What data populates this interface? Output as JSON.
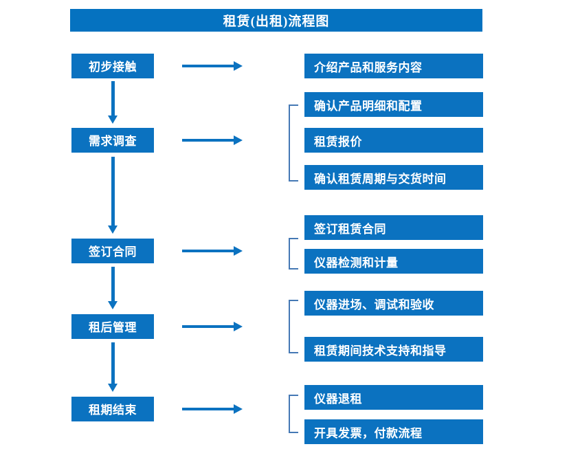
{
  "diagram": {
    "title": "租赁(出租)流程图",
    "colors": {
      "box_blue": "#0B72C0",
      "title_blue": "#0572C0",
      "bracket_blue": "#4478B4",
      "text_white": "#FFFFFF",
      "background": "#FFFFFF"
    },
    "stages": [
      {
        "label": "初步接触"
      },
      {
        "label": "需求调查"
      },
      {
        "label": "签订合同"
      },
      {
        "label": "租后管理"
      },
      {
        "label": "租期结束"
      }
    ],
    "details": [
      {
        "label": "介绍产品和服务内容"
      },
      {
        "label": "确认产品明细和配置"
      },
      {
        "label": "租赁报价"
      },
      {
        "label": "确认租赁周期与交货时间"
      },
      {
        "label": "签订租赁合同"
      },
      {
        "label": "仪器检测和计量"
      },
      {
        "label": "仪器进场、调试和验收"
      },
      {
        "label": "租赁期间技术支持和指导"
      },
      {
        "label": "仪器退租"
      },
      {
        "label": "开具发票，付款流程"
      }
    ]
  }
}
